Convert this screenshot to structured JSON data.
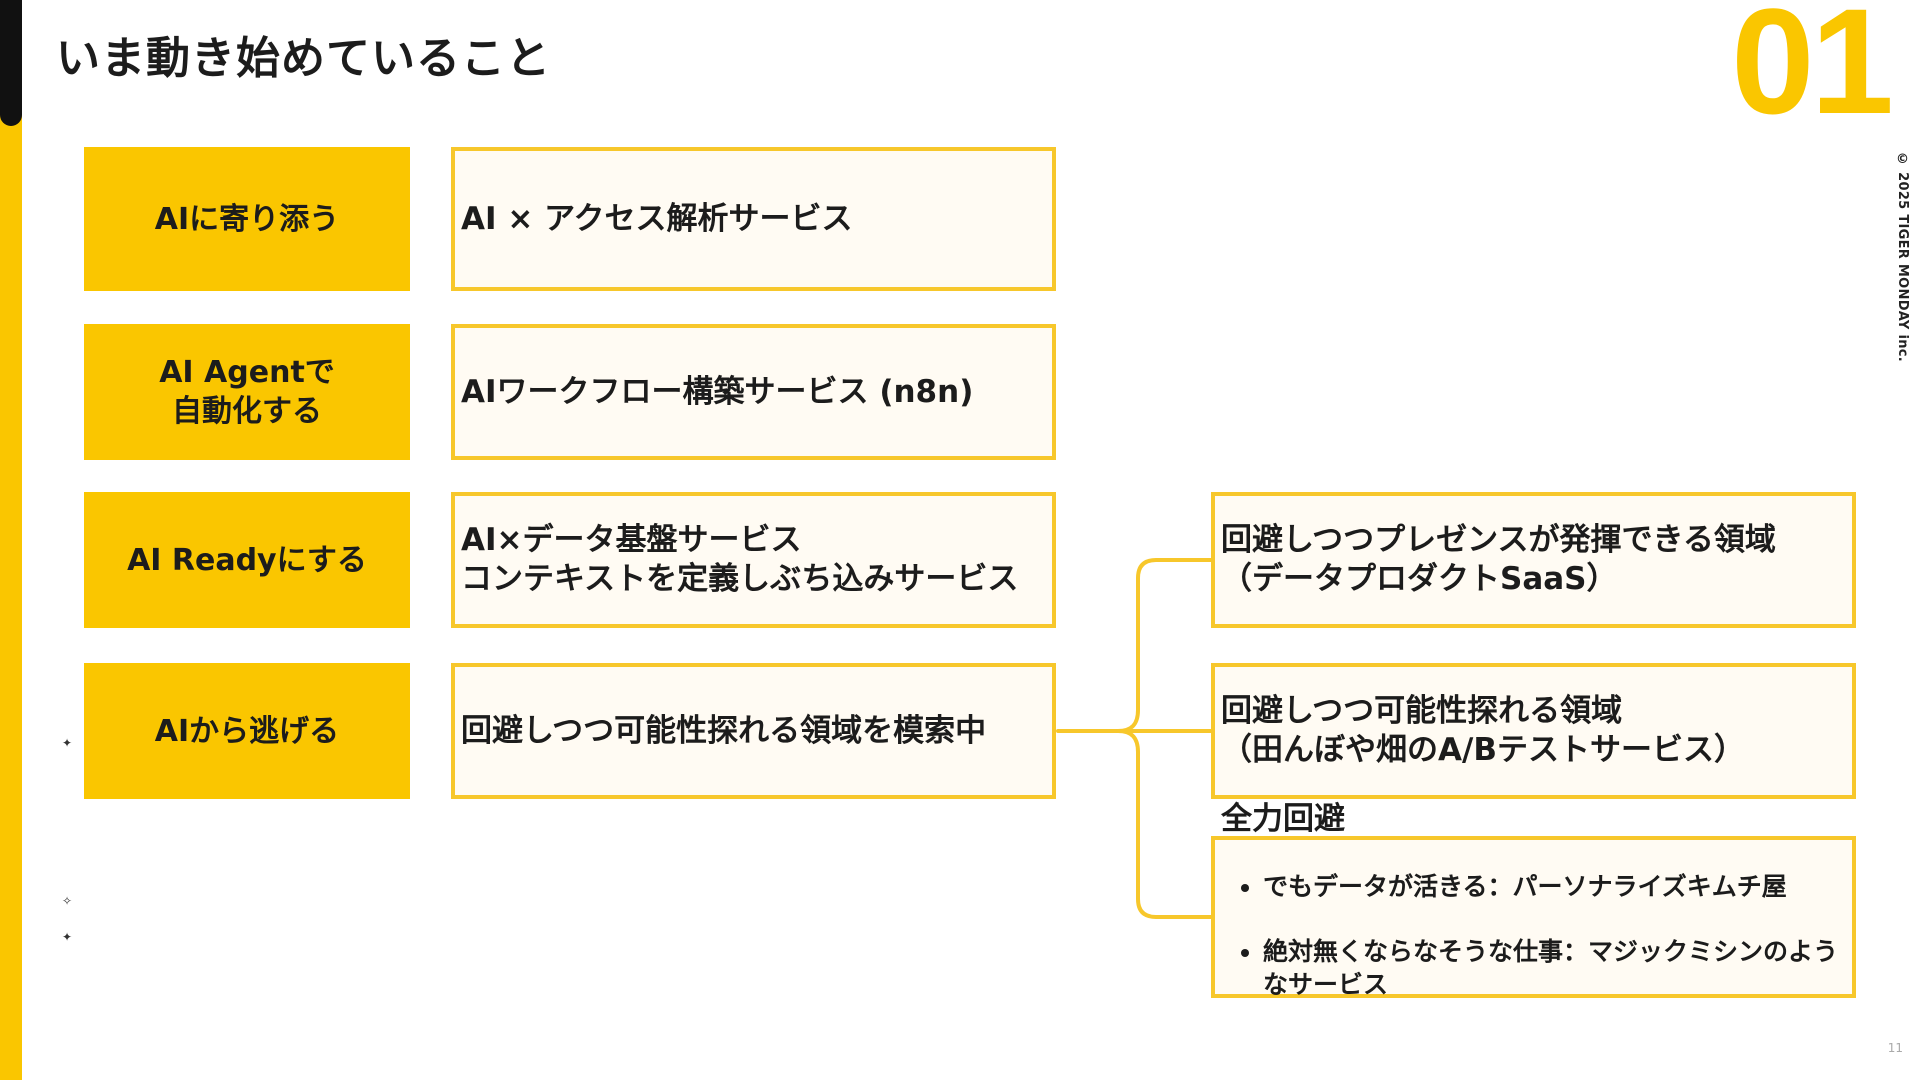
{
  "title": "いま動き始めていること",
  "slide_number": "01",
  "copyright": "© 2025 TIGER MONDAY inc.",
  "page_number": "11",
  "colors": {
    "accent": "#FAC600",
    "box_border": "#F7C72B",
    "box_fill": "#FFFBF3"
  },
  "rows": [
    {
      "category": "AIに寄り添う",
      "service": "AI × アクセス解析サービス"
    },
    {
      "category": "AI Agentで\n自動化する",
      "service": "AIワークフロー構築サービス (n8n)"
    },
    {
      "category": "AI Readyにする",
      "service": "AI×データ基盤サービス\nコンテキストを定義しぶち込みサービス"
    },
    {
      "category": "AIから逃げる",
      "service": "回避しつつ可能性探れる領域を模索中"
    }
  ],
  "branches": [
    {
      "text": "回避しつつプレゼンスが発揮できる領域\n（データプロダクトSaaS）"
    },
    {
      "text": "回避しつつ可能性探れる領域\n（田んぼや畑のA/Bテストサービス）"
    },
    {
      "title": "全力回避",
      "bullets": [
        "でもデータが活きる：パーソナライズキムチ屋",
        "絶対無くならなそうな仕事：マジックミシンのようなサービス"
      ]
    }
  ]
}
